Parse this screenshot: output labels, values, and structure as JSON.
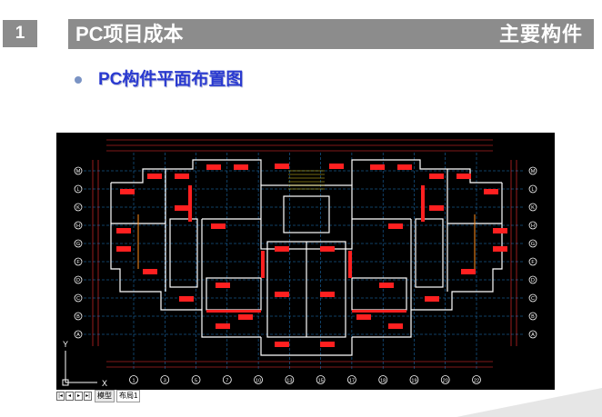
{
  "slide": {
    "number": "1",
    "title": "PC项目成本",
    "section": "主要构件",
    "bullet_text": "PC构件平面布置图"
  },
  "cad": {
    "axis_y_label": "Y",
    "axis_x_label": "X",
    "axis_numbers_bottom": [
      "1",
      "3",
      "5",
      "7",
      "10",
      "13",
      "15",
      "17",
      "18",
      "19",
      "20",
      "22"
    ],
    "axis_letters_left": [
      "M",
      "L",
      "K",
      "H",
      "G",
      "F",
      "D",
      "C",
      "B",
      "A"
    ],
    "axis_letters_right": [
      "M",
      "L",
      "K",
      "H",
      "G",
      "F",
      "D",
      "C",
      "B",
      "A"
    ],
    "colors": {
      "wall": "#ffffff",
      "component": "#ff2020",
      "dimension": "#ff3030",
      "grid": "#2aa0ff",
      "yellow": "#e8d020",
      "orange": "#ff8c1a"
    },
    "tabs": {
      "model": "模型",
      "layout": "布局1"
    }
  }
}
